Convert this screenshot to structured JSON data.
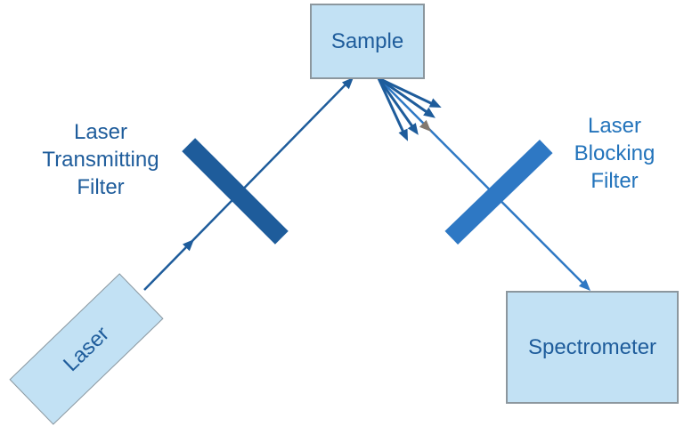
{
  "colors": {
    "box_fill": "#C2E1F4",
    "box_border": "#8C979E",
    "dark_blue": "#1E5C9B",
    "bright_blue": "#2E78C4",
    "label_dark": "#1E5C9B",
    "label_light": "#2273BB",
    "gray_arrow": "#82786F"
  },
  "nodes": {
    "sample": {
      "label": "Sample"
    },
    "laser": {
      "label": "Laser"
    },
    "spectrometer": {
      "label": "Spectrometer"
    }
  },
  "labels": {
    "transmitting_filter": {
      "lines": [
        "Laser",
        "Transmitting",
        "Filter"
      ]
    },
    "blocking_filter": {
      "lines": [
        "Laser",
        "Blocking",
        "Filter"
      ]
    }
  }
}
